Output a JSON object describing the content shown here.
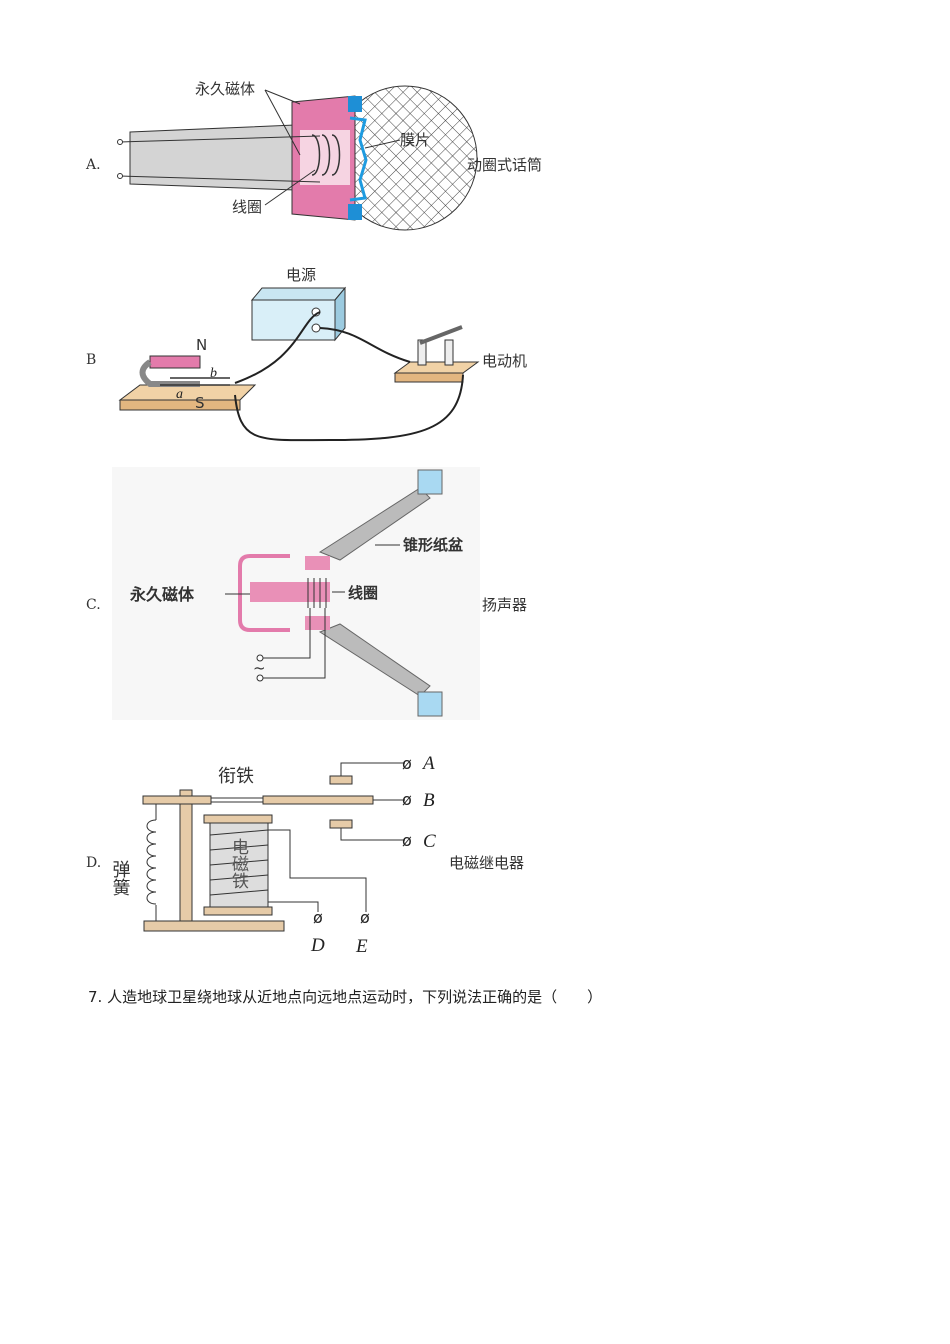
{
  "options": [
    {
      "letter": "A.",
      "caption": "动圈式话筒",
      "labels": {
        "magnet": "永久磁体",
        "diaphragm": "膜片",
        "coil": "线圈"
      }
    },
    {
      "letter": "B",
      "caption": "电动机",
      "labels": {
        "power": "电源",
        "n": "N",
        "s": "S",
        "a": "a",
        "b": "b"
      }
    },
    {
      "letter": "C.",
      "caption": "扬声器",
      "labels": {
        "cone": "锥形纸盆",
        "magnet": "永久磁体",
        "coil": "线圈",
        "ac": "~"
      }
    },
    {
      "letter": "D.",
      "caption": "电磁继电器",
      "labels": {
        "armature": "衔铁",
        "spring": "弹簧",
        "electromagnet": "电磁铁",
        "A": "A",
        "B": "B",
        "C": "C",
        "D": "D",
        "E": "E"
      }
    }
  ],
  "question": "7. 人造地球卫星绕地球从近地点向远地点运动时，下列说法正确的是（　　）"
}
